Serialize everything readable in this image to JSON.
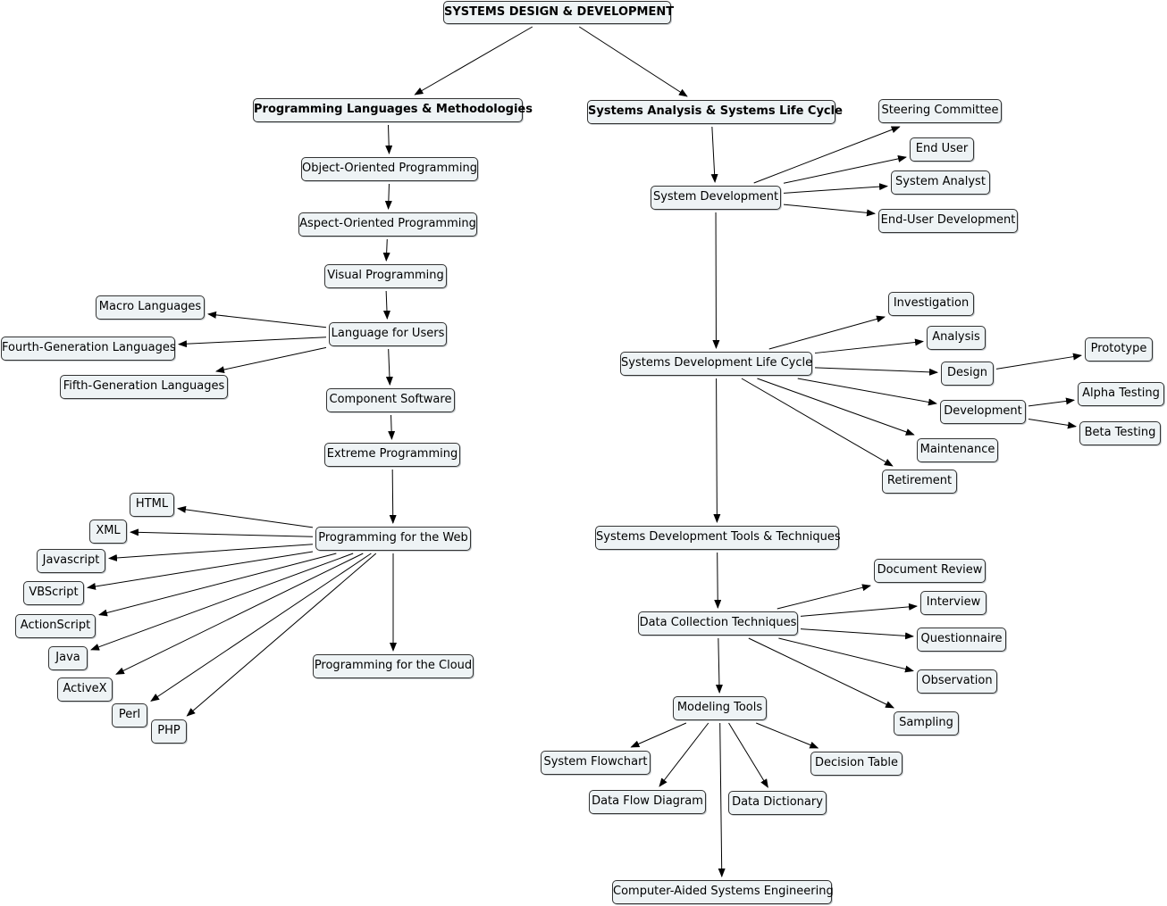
{
  "diagram": {
    "colors": {
      "node_fill": "#eef3f5",
      "node_border": "#333333",
      "edge": "#000000"
    },
    "nodes": {
      "root": "SYSTEMS DESIGN & DEVELOPMENT",
      "plm": "Programming Languages & Methodologies",
      "sa": "Systems Analysis & Systems Life Cycle",
      "oop": "Object-Oriented Programming",
      "aop": "Aspect-Oriented Programming",
      "vp": "Visual Programming",
      "lfu": "Language for Users",
      "macro": "Macro Languages",
      "fourth": "Fourth-Generation Languages",
      "fifth": "Fifth-Generation Languages",
      "comp": "Component Software",
      "xp": "Extreme Programming",
      "web": "Programming for the Web",
      "html": "HTML",
      "xml": "XML",
      "js": "Javascript",
      "vbs": "VBScript",
      "as": "ActionScript",
      "java": "Java",
      "activex": "ActiveX",
      "perl": "Perl",
      "php": "PHP",
      "cloud": "Programming for the Cloud",
      "sysdev": "System Development",
      "steering": "Steering Committee",
      "enduser": "End User",
      "analyst": "System Analyst",
      "eud": "End-User Development",
      "sdlc": "Systems Development Life Cycle",
      "invest": "Investigation",
      "analysis": "Analysis",
      "design": "Design",
      "proto": "Prototype",
      "dev": "Development",
      "alpha": "Alpha Testing",
      "beta": "Beta Testing",
      "maint": "Maintenance",
      "retire": "Retirement",
      "tools": "Systems Development Tools & Techniques",
      "dct": "Data Collection Techniques",
      "docrev": "Document Review",
      "interview": "Interview",
      "quest": "Questionnaire",
      "observ": "Observation",
      "sampling": "Sampling",
      "model": "Modeling Tools",
      "flowchart": "System Flowchart",
      "dfd": "Data Flow Diagram",
      "dd": "Data Dictionary",
      "dtable": "Decision Table",
      "case": "Computer-Aided Systems Engineering"
    },
    "edges": [
      [
        "root",
        "plm"
      ],
      [
        "root",
        "sa"
      ],
      [
        "plm",
        "oop"
      ],
      [
        "oop",
        "aop"
      ],
      [
        "aop",
        "vp"
      ],
      [
        "vp",
        "lfu"
      ],
      [
        "lfu",
        "macro"
      ],
      [
        "lfu",
        "fourth"
      ],
      [
        "lfu",
        "fifth"
      ],
      [
        "lfu",
        "comp"
      ],
      [
        "comp",
        "xp"
      ],
      [
        "xp",
        "web"
      ],
      [
        "web",
        "html"
      ],
      [
        "web",
        "xml"
      ],
      [
        "web",
        "js"
      ],
      [
        "web",
        "vbs"
      ],
      [
        "web",
        "as"
      ],
      [
        "web",
        "java"
      ],
      [
        "web",
        "activex"
      ],
      [
        "web",
        "perl"
      ],
      [
        "web",
        "php"
      ],
      [
        "web",
        "cloud"
      ],
      [
        "sa",
        "sysdev"
      ],
      [
        "sysdev",
        "steering"
      ],
      [
        "sysdev",
        "enduser"
      ],
      [
        "sysdev",
        "analyst"
      ],
      [
        "sysdev",
        "eud"
      ],
      [
        "sysdev",
        "sdlc"
      ],
      [
        "sdlc",
        "invest"
      ],
      [
        "sdlc",
        "analysis"
      ],
      [
        "sdlc",
        "design"
      ],
      [
        "sdlc",
        "dev"
      ],
      [
        "sdlc",
        "maint"
      ],
      [
        "sdlc",
        "retire"
      ],
      [
        "sdlc",
        "tools"
      ],
      [
        "design",
        "proto"
      ],
      [
        "dev",
        "alpha"
      ],
      [
        "dev",
        "beta"
      ],
      [
        "tools",
        "dct"
      ],
      [
        "dct",
        "docrev"
      ],
      [
        "dct",
        "interview"
      ],
      [
        "dct",
        "quest"
      ],
      [
        "dct",
        "observ"
      ],
      [
        "dct",
        "sampling"
      ],
      [
        "dct",
        "model"
      ],
      [
        "model",
        "flowchart"
      ],
      [
        "model",
        "dfd"
      ],
      [
        "model",
        "dd"
      ],
      [
        "model",
        "dtable"
      ],
      [
        "model",
        "case"
      ]
    ]
  }
}
